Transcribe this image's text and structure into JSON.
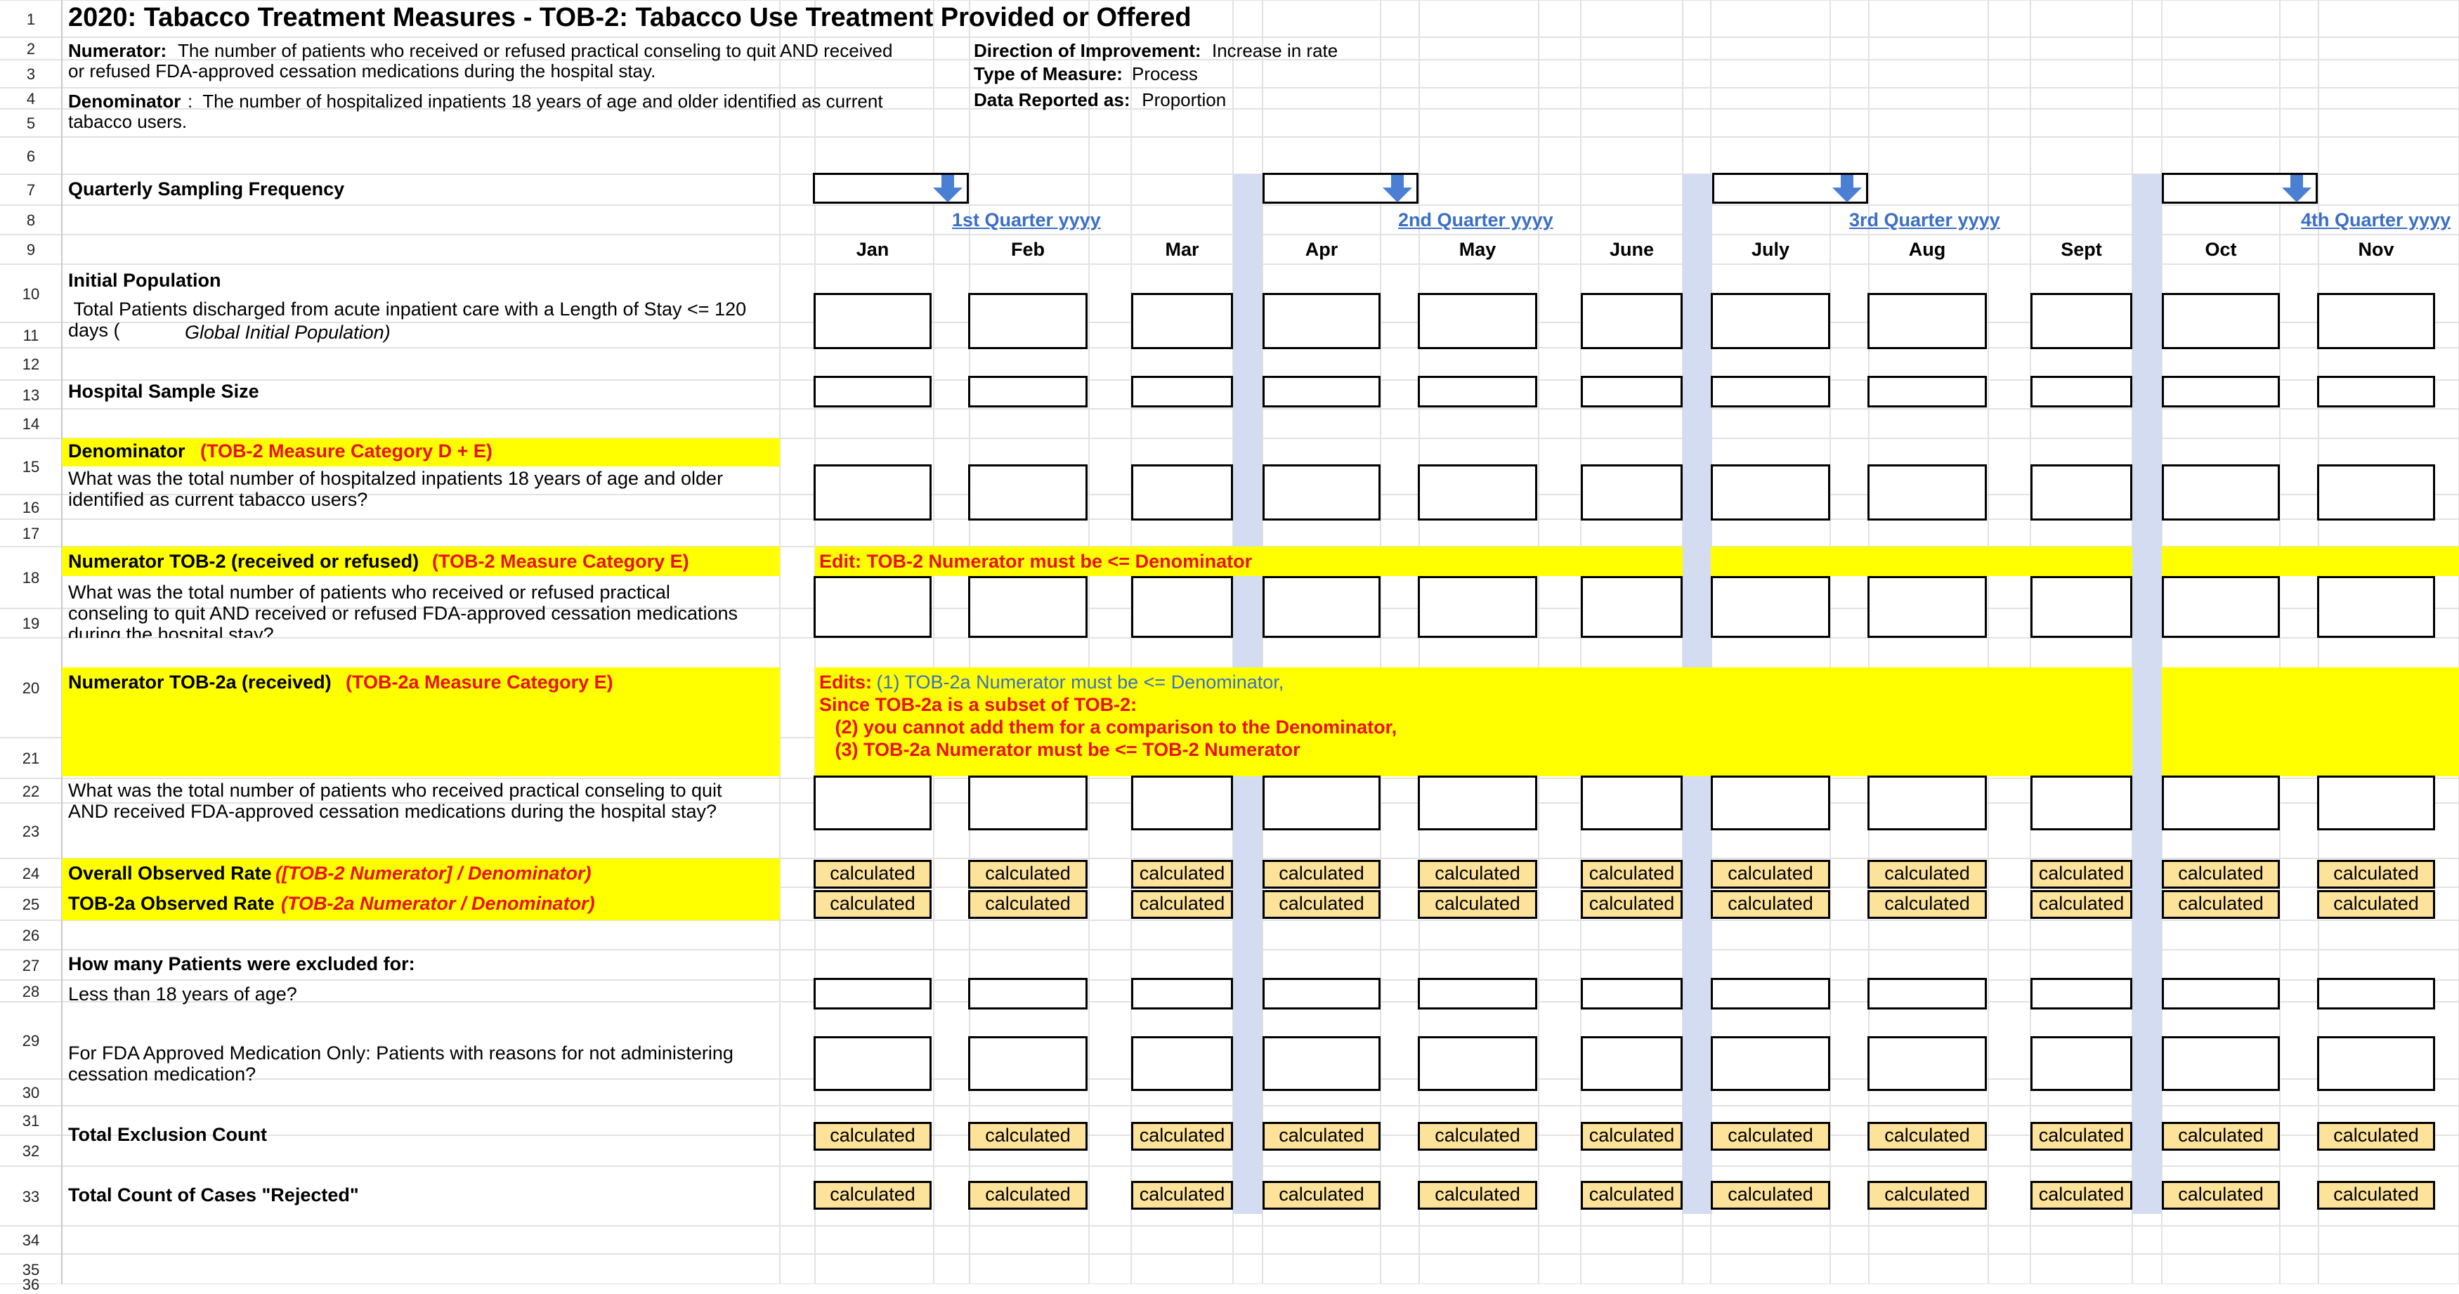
{
  "sheet": {
    "title": "2020: Tabacco Treatment Measures - TOB-2: Tabacco Use Treatment Provided or Offered",
    "numerator_label": "Numerator:",
    "numerator_text": "The number of patients who received or refused practical conseling to quit AND received\nor refused FDA-approved cessation medications during the hospital stay.",
    "denominator_label": "Denominator",
    "denominator_text": ":  The number of hospitalized inpatients 18 years of age and older identified as current\ntabacco users.",
    "direction_label": "Direction of Improvement:",
    "direction_value": "Increase in rate",
    "type_label": "Type of Measure:",
    "type_value": "Process",
    "reported_label": "Data Reported as:",
    "reported_value": " Proportion"
  },
  "row_numbers": [
    "1",
    "2",
    "3",
    "4",
    "5",
    "6",
    "7",
    "8",
    "9",
    "10",
    "11",
    "12",
    "13",
    "14",
    "15",
    "16",
    "17",
    "18",
    "19",
    "20",
    "21",
    "22",
    "23",
    "24",
    "25",
    "26",
    "27",
    "28",
    "29",
    "30",
    "31",
    "32",
    "33",
    "34",
    "35",
    "36"
  ],
  "labels": {
    "sampling": "Quarterly Sampling Frequency",
    "initial_population": "Initial Population",
    "total_patients": " Total Patients discharged from acute inpatient care with a Length of Stay <= 120\ndays (",
    "total_patients_italic": "Global Initial Population)",
    "sample_size": "Hospital Sample Size",
    "denominator": "Denominator",
    "denominator_cat": "(TOB-2 Measure Category D + E)",
    "denominator_q": "What was the total number of hospitalzed inpatients 18 years of age and older\nidentified as current tabacco users?",
    "num_tob2": "Numerator TOB-2 (received or refused)",
    "num_tob2_cat": "(TOB-2 Measure Category E)",
    "num_tob2_q": "What was the total number of patients who received or refused practical\nconseling to quit AND received or refused FDA-approved cessation medications\nduring the hospital stay?",
    "edit_tob2": "Edit: TOB-2 Numerator must be <= Denominator",
    "num_tob2a": "Numerator TOB-2a (received)",
    "num_tob2a_cat": "(TOB-2a Measure Category E)",
    "edits_label": "Edits:",
    "edits_1": " (1) TOB-2a Numerator must be <= Denominator,",
    "edits_since": "Since TOB-2a is a subset of TOB-2:",
    "edits_2": "   (2) you cannot add them for a comparison to the Denominator,",
    "edits_3": "   (3) TOB-2a Numerator must be <= TOB-2 Numerator",
    "num_tob2a_q": "What was the total number of patients who received practical conseling to quit\nAND received FDA-approved cessation medications during the hospital stay?",
    "overall_rate": "Overall Observed Rate",
    "overall_rate_formula": "([TOB-2 Numerator] / Denominator)",
    "tob2a_rate": "TOB-2a Observed Rate",
    "tob2a_rate_formula": "(TOB-2a Numerator / Denominator)",
    "excluded_for": "How many Patients were excluded for:",
    "less_than_18": "Less than 18 years of age?",
    "fda_reasons": "For FDA Approved Medication Only: Patients with reasons for not administering\ncessation medication?",
    "total_exclusion": "Total Exclusion Count",
    "total_rejected": "Total Count of Cases \"Rejected\""
  },
  "quarters": [
    "1st Quarter yyyy",
    "2nd Quarter yyyy",
    "3rd Quarter yyyy",
    "4th Quarter yyyy"
  ],
  "months": [
    "Jan",
    "Feb",
    "Mar",
    "Apr",
    "May",
    "June",
    "July",
    "Aug",
    "Sept",
    "Oct",
    "Nov"
  ],
  "calculated_label": "calculated",
  "icons": {
    "dropdown": "dropdown-arrow-icon"
  },
  "colors": {
    "highlight": "#ffff00",
    "calculated_fill": "#fde29a",
    "quarter_separator": "#d3dcf0",
    "accent_red": "#e8111b",
    "link_blue": "#3b6fc4"
  }
}
